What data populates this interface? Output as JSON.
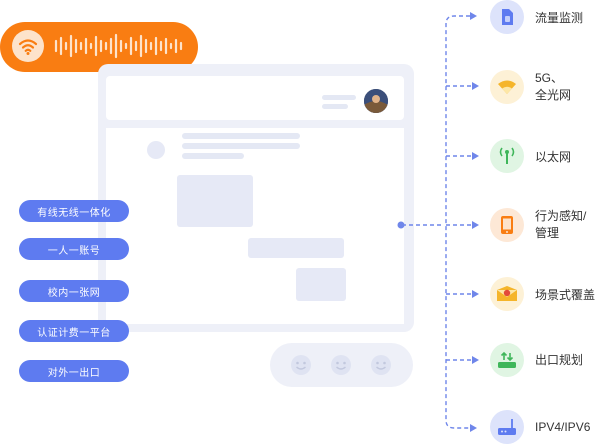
{
  "features": [
    "有线无线一体化",
    "一人一账号",
    "校内一张网",
    "认证计费一平台",
    "对外一出口"
  ],
  "capabilities": [
    {
      "label": "流量监测",
      "icon": "sim-card-icon",
      "color": "#dde3fb"
    },
    {
      "label": "5G、\n全光网",
      "icon": "wifi-signal-icon",
      "color": "#fdf1d6"
    },
    {
      "label": "以太网",
      "icon": "antenna-icon",
      "color": "#e0f5e3"
    },
    {
      "label": "行为感知/\n管理",
      "icon": "mobile-phone-icon",
      "color": "#fde8d6"
    },
    {
      "label": "场景式覆盖",
      "icon": "envelope-badge-icon",
      "color": "#fdf1d6"
    },
    {
      "label": "出口规划",
      "icon": "router-upload-icon",
      "color": "#e0f5e3"
    },
    {
      "label": "IPV4/IPV6",
      "icon": "router-icon",
      "color": "#dde3fb"
    }
  ],
  "colors": {
    "accent_orange": "#f97d12",
    "accent_blue": "#5e7bf0",
    "connector": "#6f86ea"
  }
}
